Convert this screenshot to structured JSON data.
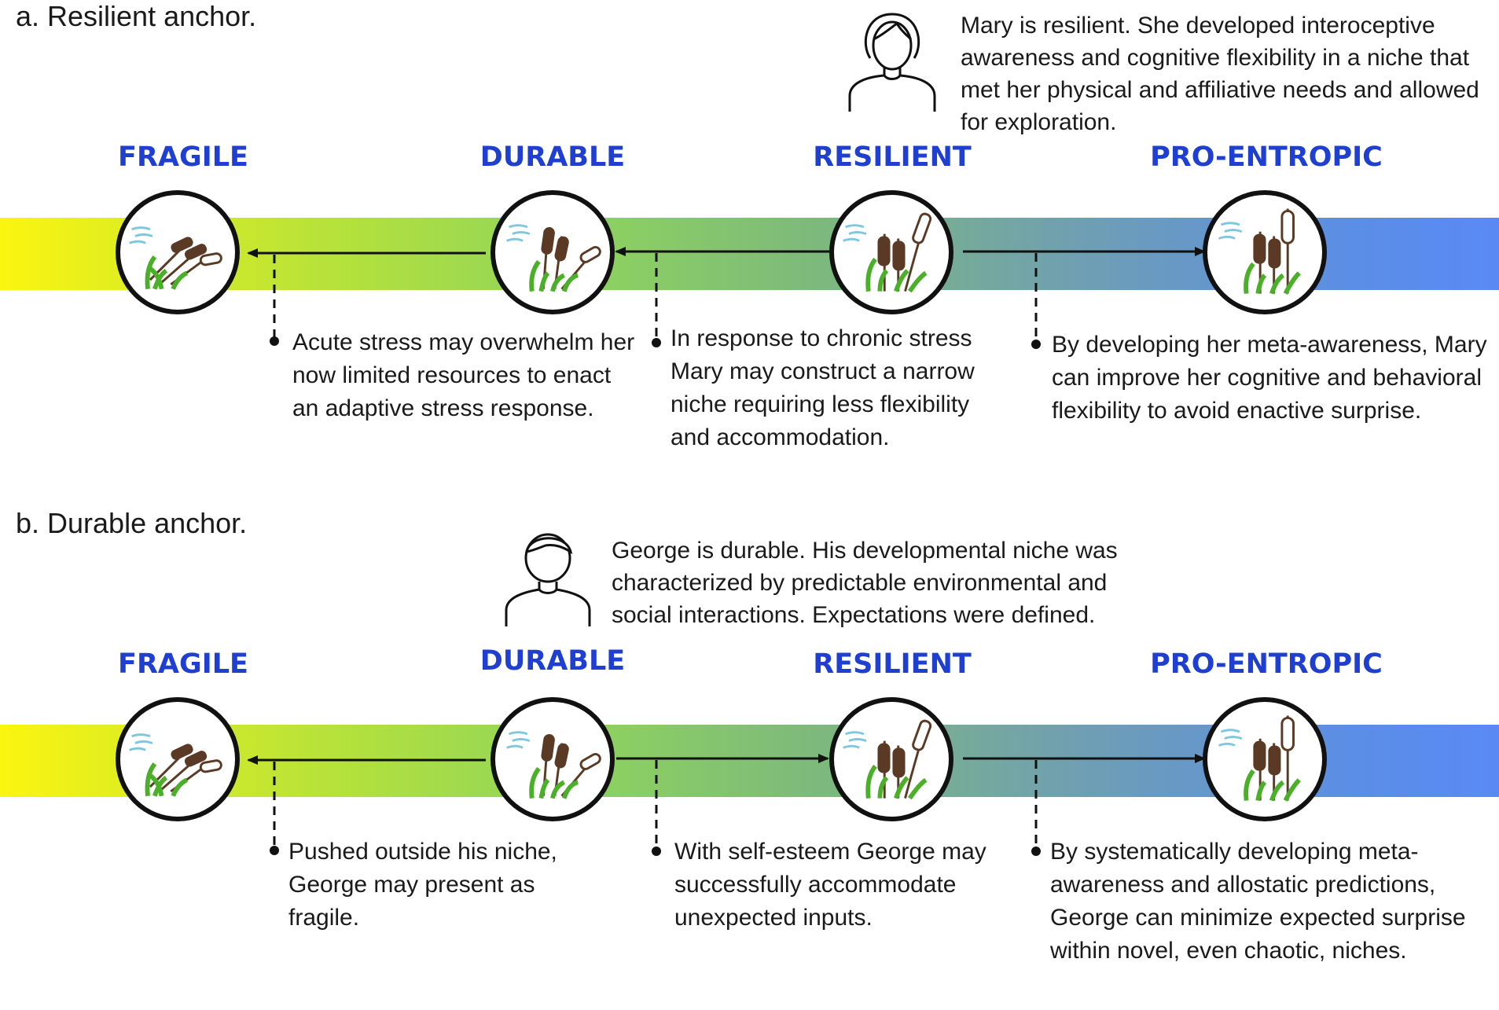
{
  "panel_a": {
    "title": "a. Resilient anchor.",
    "person_text": "Mary is resilient. She developed interoceptive awareness and cognitive flexibility in a niche that met her physical and affiliative needs and allowed for exploration.",
    "stages": [
      "FRAGILE",
      "DURABLE",
      "RESILIENT",
      "PRO-ENTROPIC"
    ],
    "callouts": [
      "Acute stress may overwhelm her now limited resources to enact an adaptive stress response.",
      "In response to chronic stress Mary may construct a narrow niche requiring less flexibility and accommodation.",
      "By developing her meta-awareness, Mary can improve her cognitive and behavioral flexibility to avoid enactive surprise."
    ]
  },
  "panel_b": {
    "title": "b. Durable anchor.",
    "person_text": "George is durable. His developmental niche was characterized by predictable environmental and social interactions. Expectations were defined.",
    "stages": [
      "FRAGILE",
      "DURABLE",
      "RESILIENT",
      "PRO-ENTROPIC"
    ],
    "callouts": [
      "Pushed outside his niche, George may present as fragile.",
      "With self-esteem George may successfully accommodate unexpected inputs.",
      "By systematically developing meta-awareness and allostatic predictions, George can minimize expected surprise within novel, even chaotic, niches."
    ]
  },
  "colors": {
    "stage_label": "#1f3fd0",
    "gradient_start": "#fbf510",
    "gradient_end": "#5a89f5",
    "cattail": "#5a3a24",
    "grass": "#4caf2a",
    "wind": "#7fc7e0"
  },
  "icons": [
    "woman-icon",
    "man-icon",
    "cattail-icon",
    "wind-icon"
  ]
}
